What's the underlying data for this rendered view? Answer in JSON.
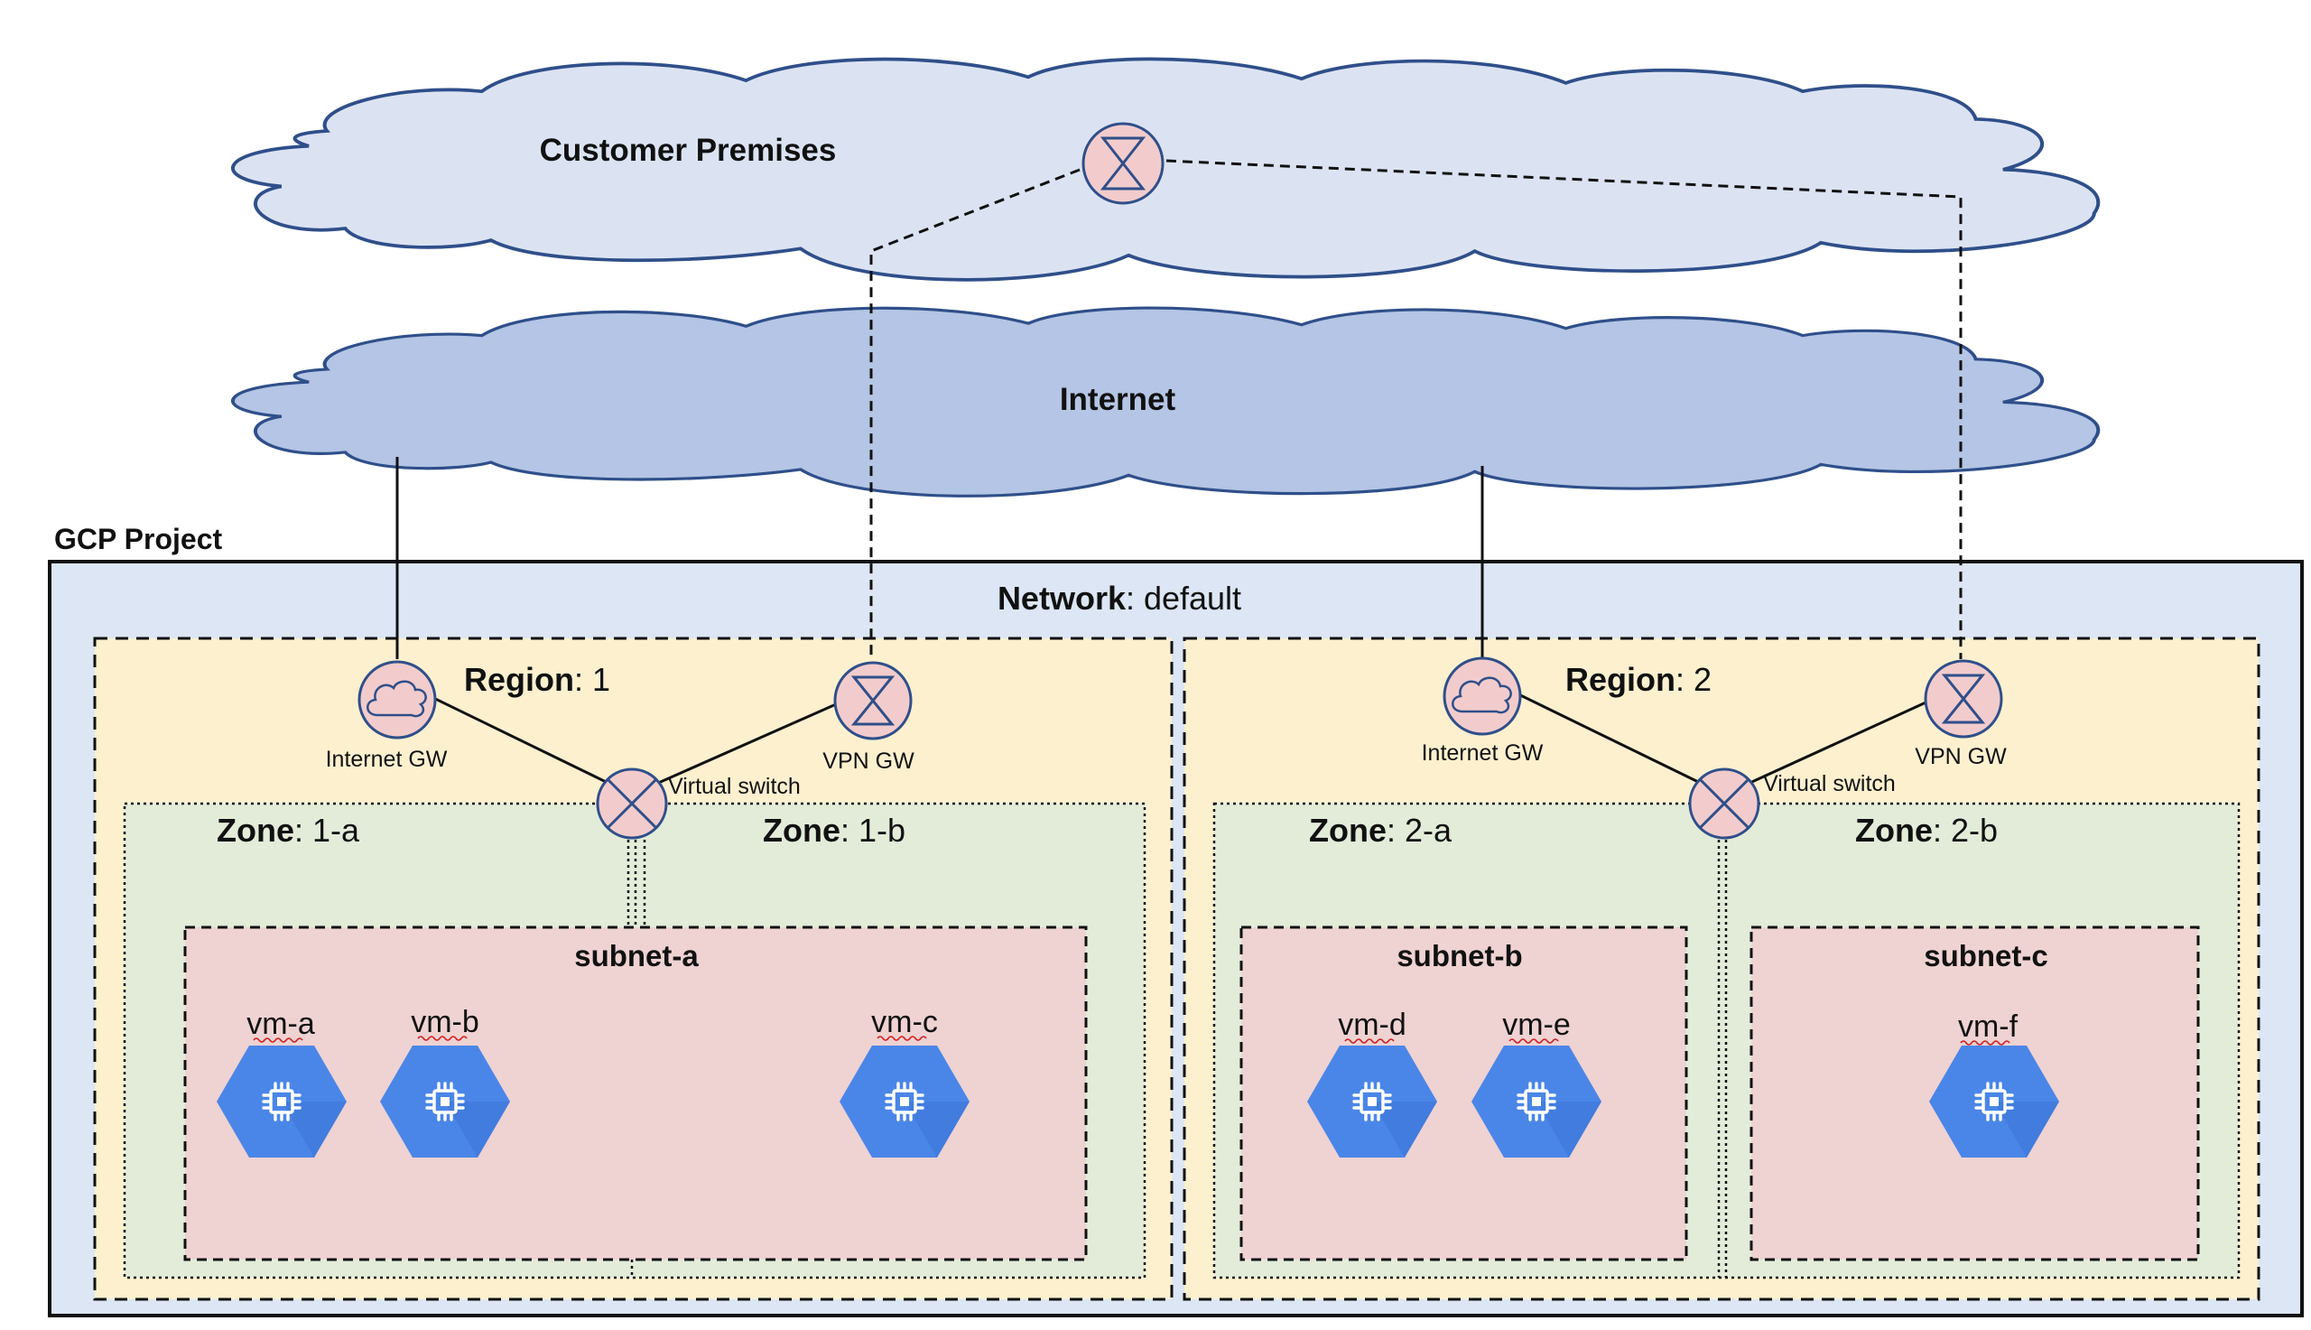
{
  "clouds": {
    "customer_premises": "Customer Premises",
    "internet": "Internet"
  },
  "project": {
    "title": "GCP Project"
  },
  "network": {
    "key": "Network",
    "value": ": default"
  },
  "regions": [
    {
      "key": "Region",
      "value": ": 1",
      "internet_gw": "Internet GW",
      "vpn_gw": "VPN GW",
      "switch": "Virtual switch"
    },
    {
      "key": "Region",
      "value": ": 2",
      "internet_gw": "Internet GW",
      "vpn_gw": "VPN GW",
      "switch": "Virtual switch"
    }
  ],
  "zones": [
    {
      "key": "Zone",
      "value": ": 1-a"
    },
    {
      "key": "Zone",
      "value": ": 1-b"
    },
    {
      "key": "Zone",
      "value": ": 2-a"
    },
    {
      "key": "Zone",
      "value": ": 2-b"
    }
  ],
  "subnets": [
    "subnet-a",
    "subnet-b",
    "subnet-c"
  ],
  "vms": [
    "vm-a",
    "vm-b",
    "vm-c",
    "vm-d",
    "vm-e",
    "vm-f"
  ],
  "colors": {
    "cloud_customer": "#dbe3f3",
    "cloud_internet": "#b4c5e5",
    "cloud_stroke": "#2f4f8a",
    "project_bg": "#dce6f4",
    "region_bg": "#fcf0cf",
    "zone_bg": "#e3ecd9",
    "subnet_bg": "#efd2d2",
    "gateway_bg": "#f2cccc",
    "vm_blue": "#4a86e8"
  }
}
